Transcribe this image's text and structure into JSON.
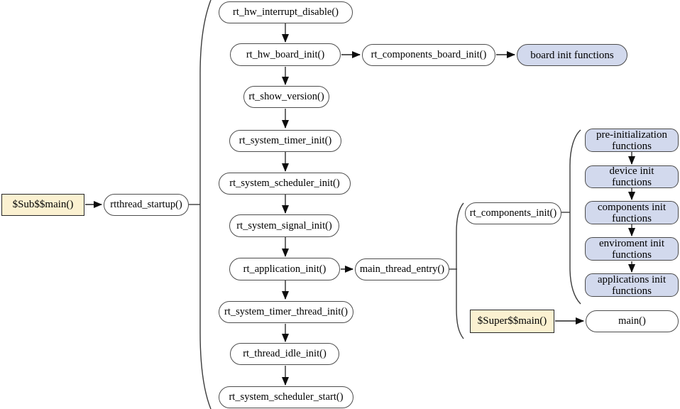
{
  "diagram": {
    "type": "flowchart",
    "topic": "rtthread_startup boot sequence",
    "colors": {
      "process_fill": "#ffffff",
      "process_border": "#4d4d4d",
      "entry_fill": "#fbf1d1",
      "group_fill": "#d2d9ed",
      "arrow_shaft": "#6b6b6b",
      "arrow_head": "#0d0d0d",
      "brace_stroke": "#3c3c3c"
    },
    "nodes": {
      "sub_main": "$Sub$$main()",
      "rtthread_startup": "rtthread_startup()",
      "rt_hw_interrupt_disable": "rt_hw_interrupt_disable()",
      "rt_hw_board_init": "rt_hw_board_init()",
      "rt_components_board_init": "rt_components_board_init()",
      "board_init_functions": "board init functions",
      "rt_show_version": "rt_show_version()",
      "rt_system_timer_init": "rt_system_timer_init()",
      "rt_system_scheduler_init": "rt_system_scheduler_init()",
      "rt_system_signal_init": "rt_system_signal_init()",
      "rt_application_init": "rt_application_init()",
      "main_thread_entry": "main_thread_entry()",
      "rt_components_init": "rt_components_init()",
      "pre_initialization_functions": "pre-initialization functions",
      "device_init_functions": "device init functions",
      "components_init_functions": "components init functions",
      "enviroment_init_functions": "enviroment init functions",
      "applications_init_functions": "applications init functions",
      "super_main": "$Super$$main()",
      "main_fn": "main()",
      "rt_system_timer_thread_init": "rt_system_timer_thread_init()",
      "rt_thread_idle_init": "rt_thread_idle_init()",
      "rt_system_scheduler_start": "rt_system_scheduler_start()"
    }
  }
}
